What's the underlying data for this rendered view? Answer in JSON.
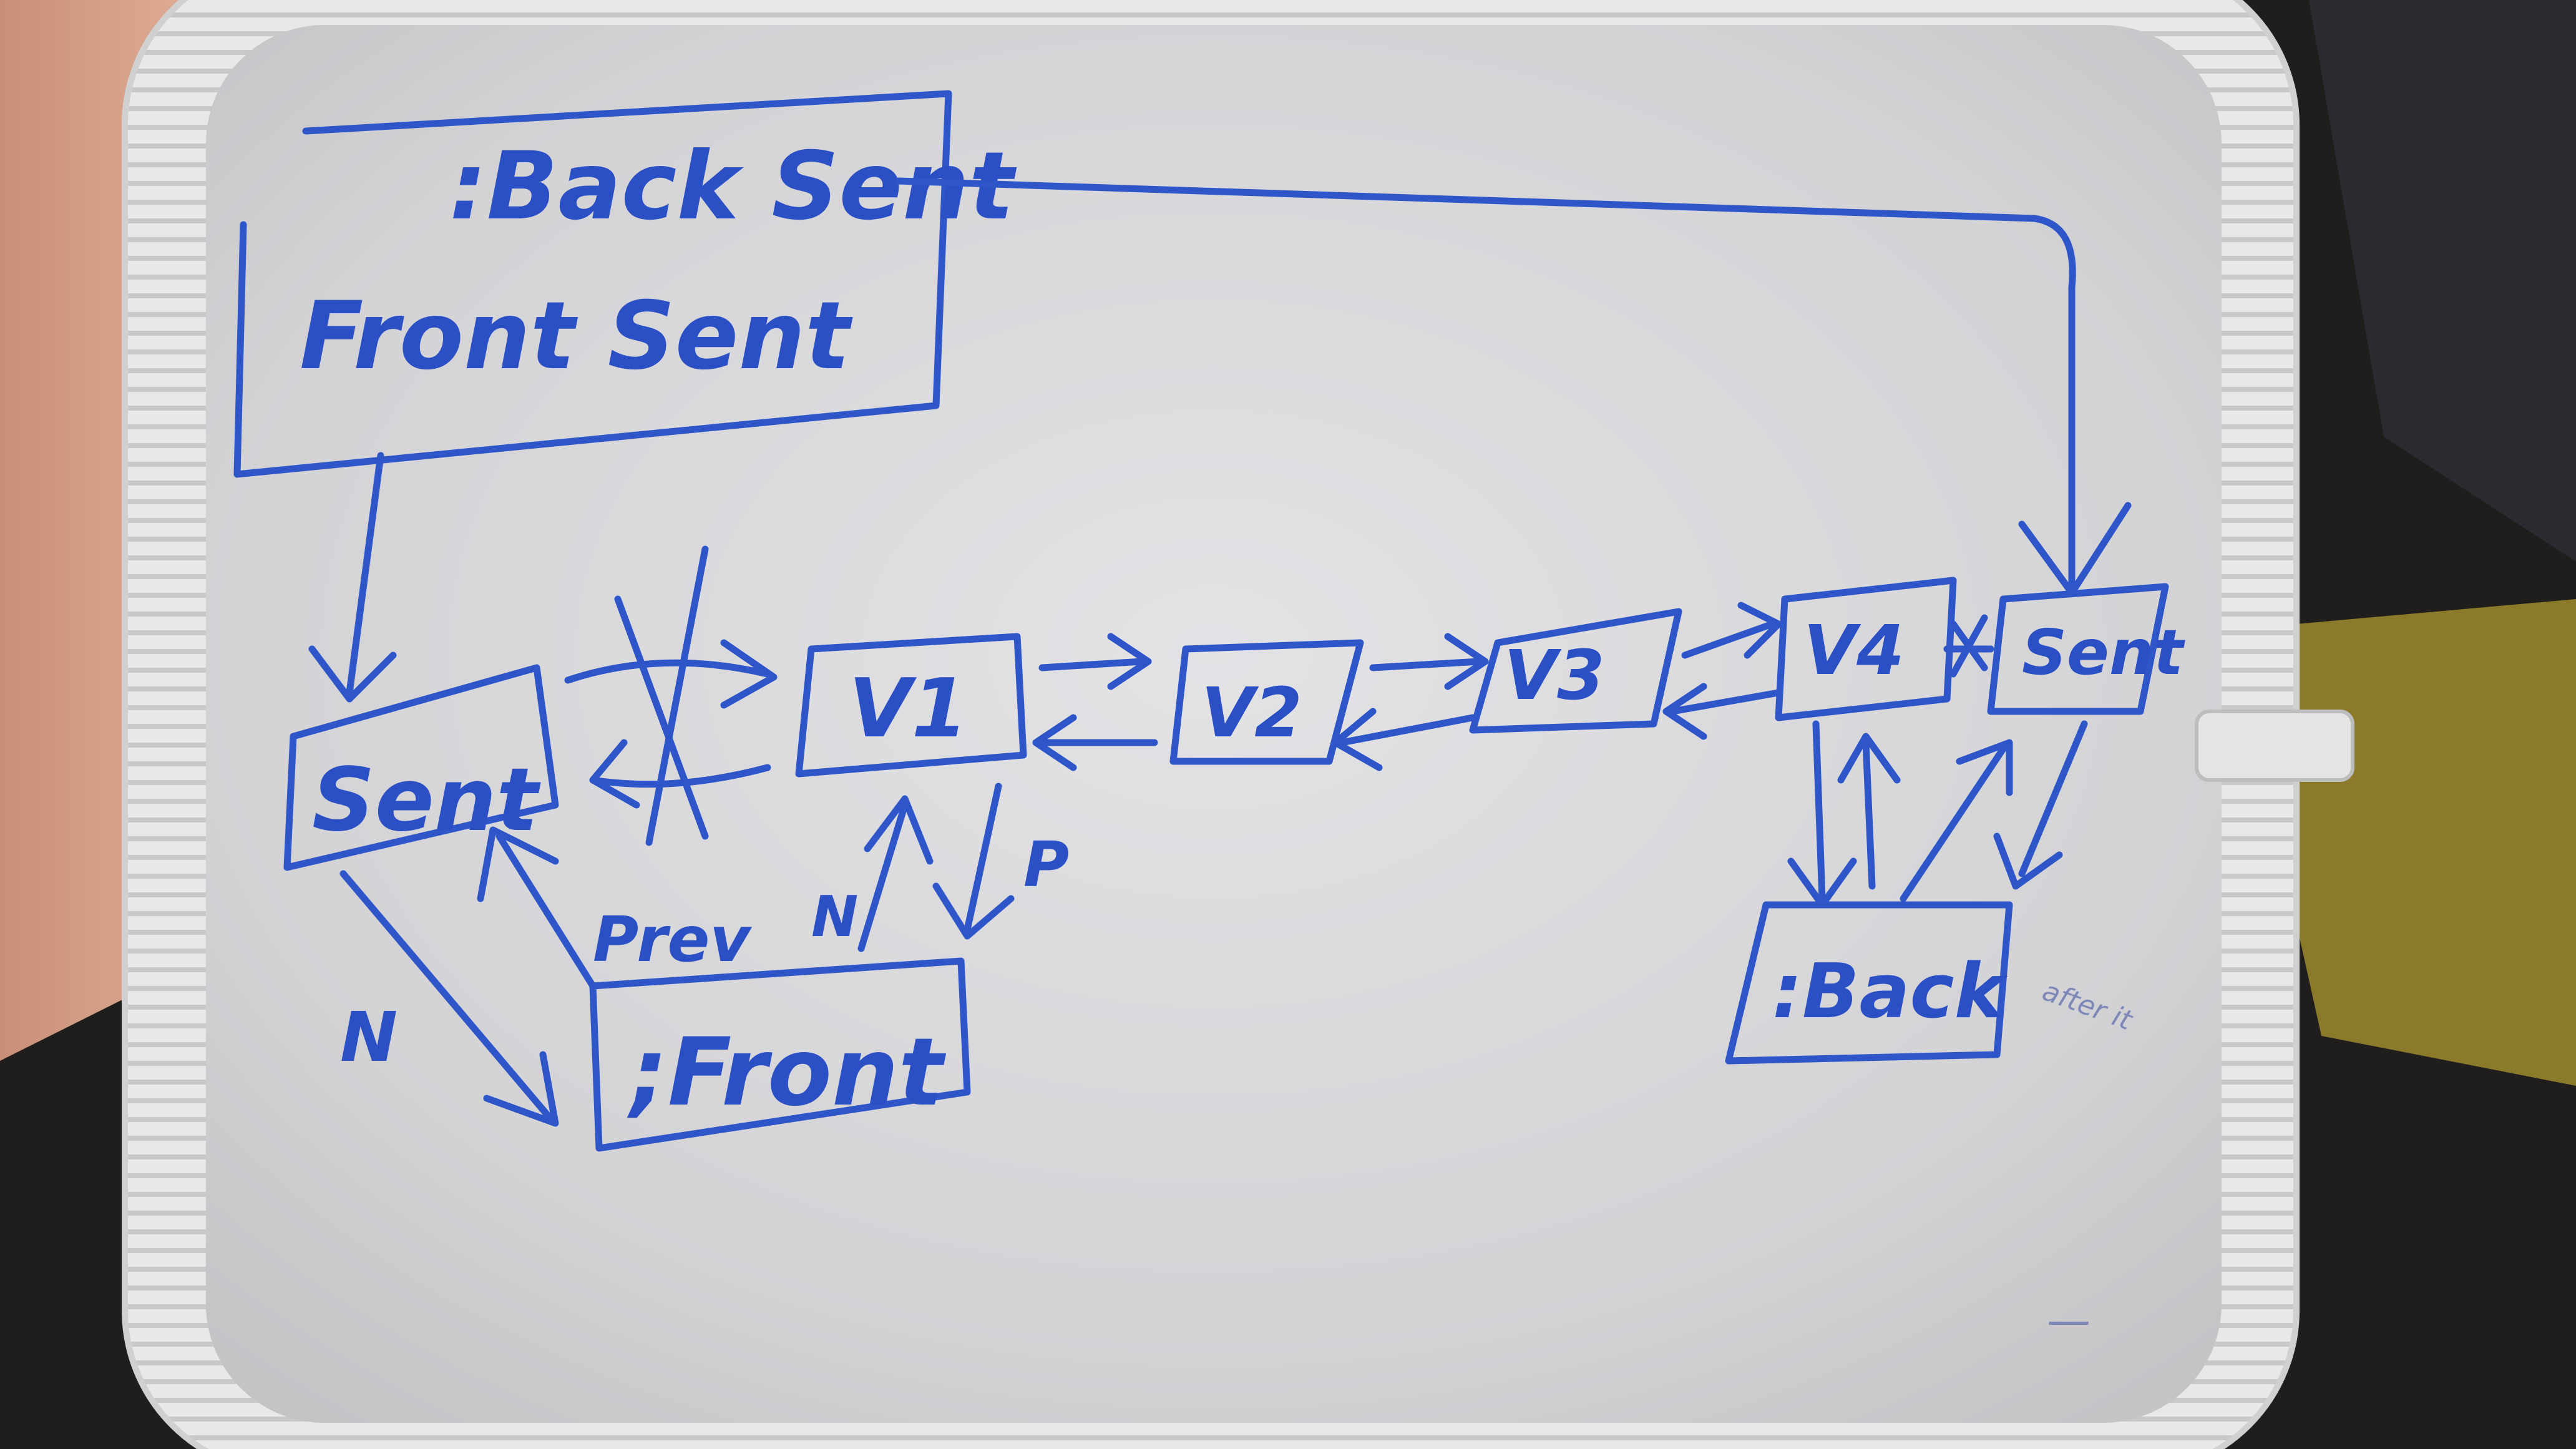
{
  "diagram": {
    "sentinel_box": {
      "back_label": ":Back Sent",
      "front_label": "Front Sent"
    },
    "nodes": {
      "sent_left": "Sent",
      "v1": "V1",
      "v2": "V2",
      "v3": "V3",
      "v4": "V4",
      "sent_right": "Sent",
      "front": ";Front",
      "back": ":Back"
    },
    "edge_labels": {
      "n": "N",
      "prev": "Prev",
      "n_up": "N",
      "p": "P"
    },
    "faint_notes": {
      "margin_note": "after it",
      "corner_mark": "—"
    }
  },
  "colors": {
    "ink": "#2f56c8",
    "board": "#dcdcdf",
    "frame": "#e6e6e6",
    "background": "#1e1d1b"
  }
}
